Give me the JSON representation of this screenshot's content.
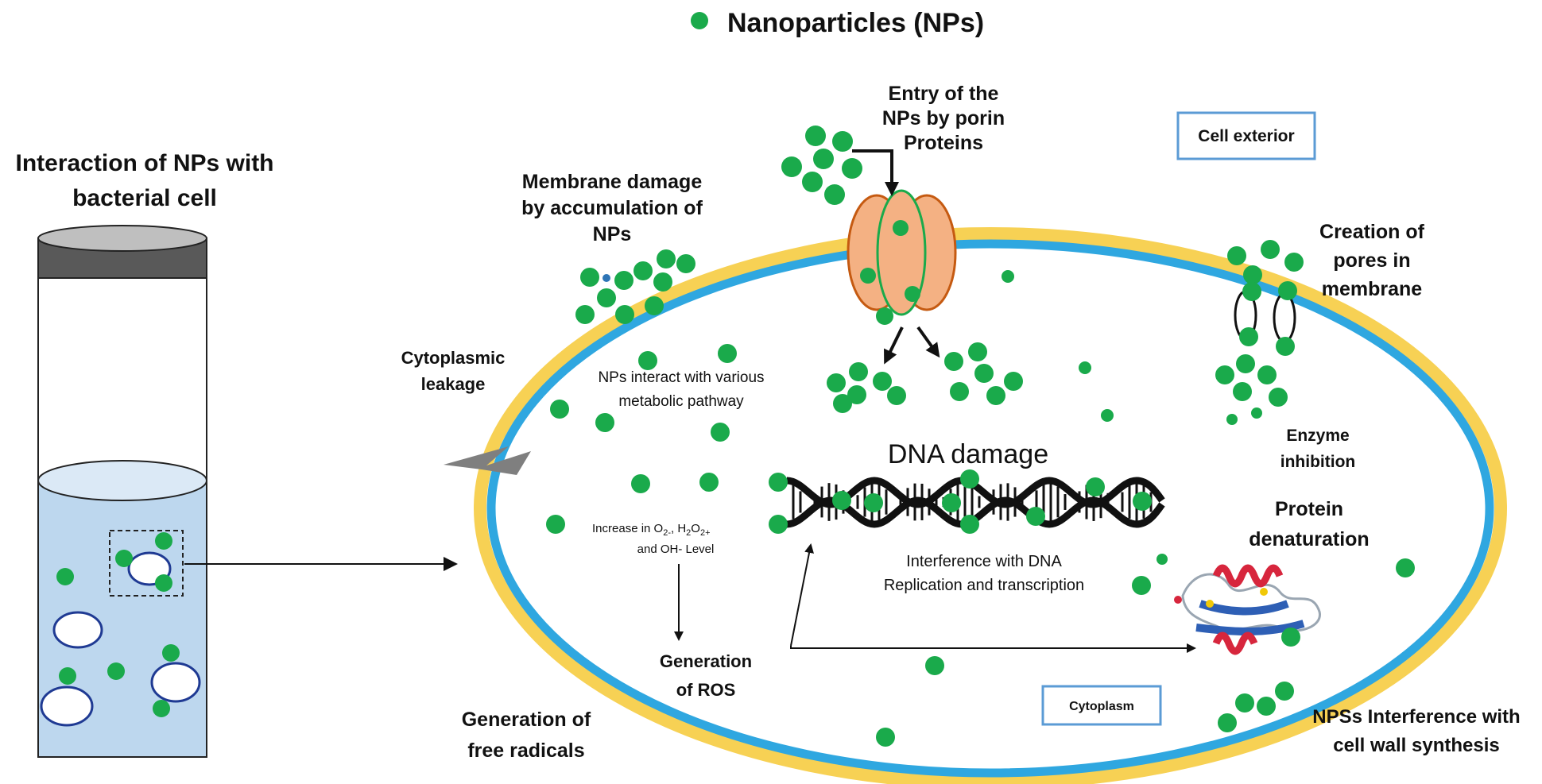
{
  "legend": {
    "label": "Nanoparticles (NPs)"
  },
  "labels": {
    "tube_title_1": "Interaction of NPs with",
    "tube_title_2": "bacterial cell",
    "membrane_damage_1": "Membrane damage",
    "membrane_damage_2": "by accumulation of",
    "membrane_damage_3": "NPs",
    "entry_1": "Entry of the",
    "entry_2": "NPs by porin",
    "entry_3": "Proteins",
    "cell_exterior": "Cell exterior",
    "pores_1": "Creation of",
    "pores_2": "pores in",
    "pores_3": "membrane",
    "leakage_1": "Cytoplasmic",
    "leakage_2": "leakage",
    "metabolic_1": "NPs interact with various",
    "metabolic_2": "metabolic pathway",
    "enzyme_1": "Enzyme",
    "enzyme_2": "inhibition",
    "dna_damage": "DNA damage",
    "protein_1": "Protein",
    "protein_2": "denaturation",
    "ros_increase_1a": "Increase in O",
    "ros_increase_1b": "2-",
    "ros_increase_1c": ", H",
    "ros_increase_1d": "2",
    "ros_increase_1e": "O",
    "ros_increase_1f": "2+",
    "ros_increase_2": "and OH- Level",
    "interference_1": "Interference with DNA",
    "interference_2": "Replication and transcription",
    "ros_gen_1": "Generation",
    "ros_gen_2": "of ROS",
    "cytoplasm": "Cytoplasm",
    "free_radicals_1": "Generation of",
    "free_radicals_2": "free radicals",
    "cell_wall_1": "NPSs Interference with",
    "cell_wall_2": "cell wall synthesis"
  },
  "colors": {
    "np_green": "#1aaa4b",
    "membrane_outer": "#f7d154",
    "membrane_inner": "#2fa7e0",
    "porin": "#f4b183",
    "porin_edge": "#c55a11",
    "liquid": "#bdd7ee",
    "box_border": "#5b9bd5"
  }
}
